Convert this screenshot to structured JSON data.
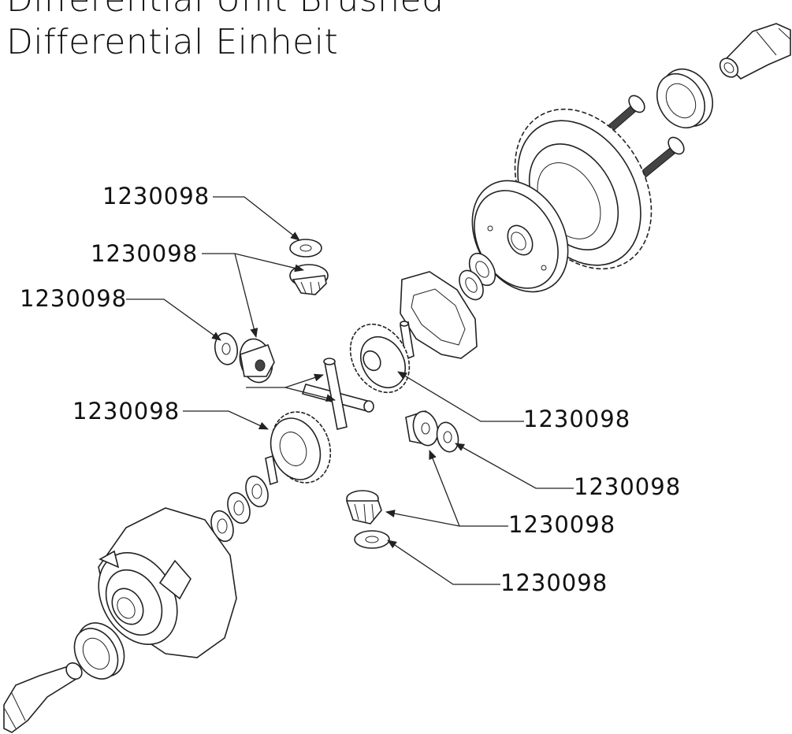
{
  "title": {
    "line1": "Differential Unit Brushed",
    "line2": "Differential Einheit"
  },
  "callouts": [
    {
      "id": "c1",
      "label": "1230098"
    },
    {
      "id": "c2",
      "label": "1230098"
    },
    {
      "id": "c3",
      "label": "1230098"
    },
    {
      "id": "c4",
      "label": "1230098"
    },
    {
      "id": "c5",
      "label": "1230098"
    },
    {
      "id": "c6",
      "label": "1230098"
    },
    {
      "id": "c7",
      "label": "1230098"
    },
    {
      "id": "c8",
      "label": "1230098"
    }
  ]
}
